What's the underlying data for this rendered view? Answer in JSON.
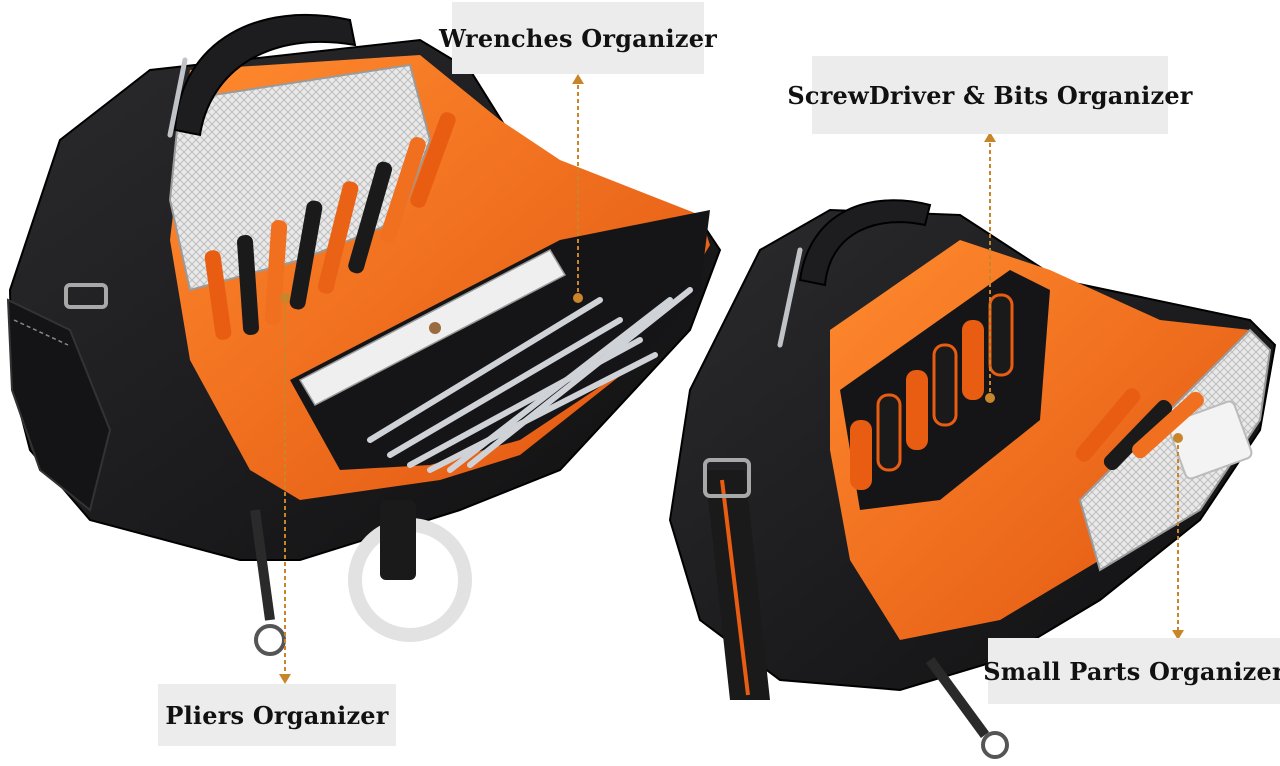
{
  "callouts": {
    "wrenches": "Wrenches Organizer",
    "screwdriver_bits": "ScrewDriver & Bits Organizer",
    "pliers": "Pliers Organizer",
    "small_parts": "Small Parts Organizer"
  },
  "colors": {
    "bag_body": "#1c1c1e",
    "bag_lining": "#f26a1b",
    "callout_background": "#ececec",
    "leader_line": "#c8852a",
    "background": "#ffffff"
  }
}
